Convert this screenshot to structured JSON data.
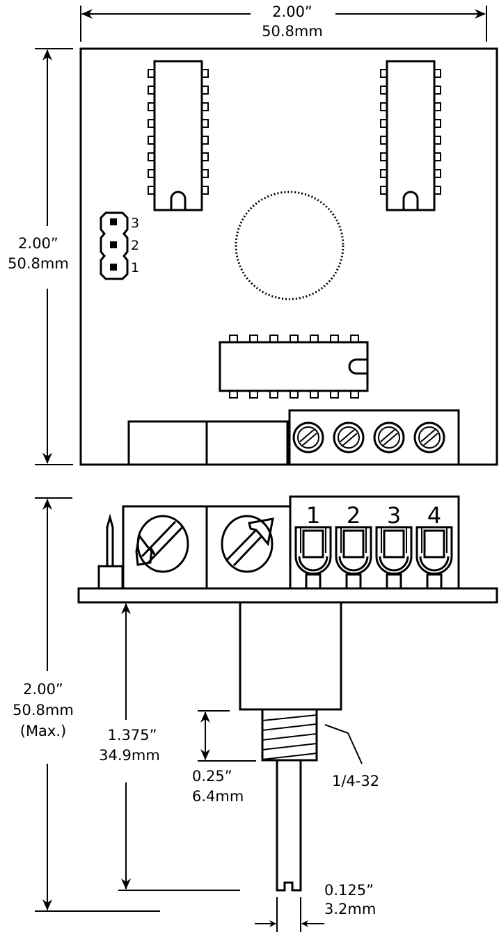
{
  "top_view": {
    "width_dimension": {
      "inches": "2.00”",
      "mm": "50.8mm"
    },
    "height_dimension": {
      "inches": "2.00”",
      "mm": "50.8mm"
    },
    "jumper_labels": [
      "3",
      "2",
      "1"
    ]
  },
  "side_view": {
    "terminal_numbers": [
      "1",
      "2",
      "3",
      "4"
    ],
    "overall_height": {
      "inches": "2.00”",
      "mm": "50.8mm",
      "note": "(Max.)"
    },
    "shaft_length": {
      "inches": "1.375”",
      "mm": "34.9mm"
    },
    "thread_length": {
      "inches": "0.25”",
      "mm": "6.4mm"
    },
    "thread_spec": "1/4-32",
    "shaft_diameter": {
      "inches": "0.125”",
      "mm": "3.2mm"
    }
  }
}
